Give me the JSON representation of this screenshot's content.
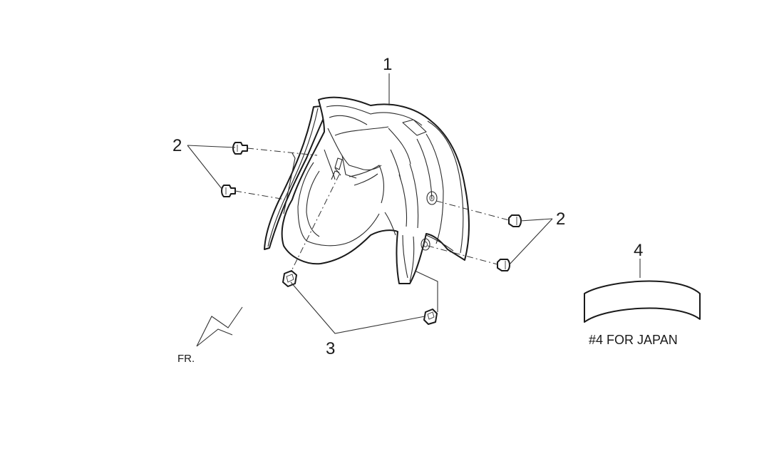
{
  "callouts": {
    "part_1": "1",
    "part_2_left": "2",
    "part_2_right": "2",
    "part_3": "3",
    "part_4": "4"
  },
  "note_japan": "#4 FOR JAPAN",
  "direction_label": "FR."
}
